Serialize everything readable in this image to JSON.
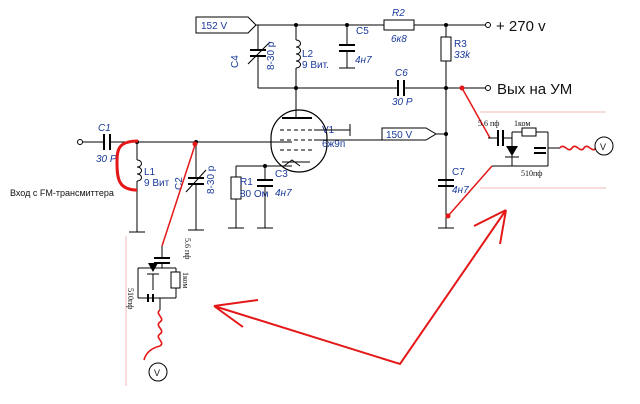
{
  "labels": {
    "v152": "152 V",
    "v270": "+ 270 v",
    "v150": "150 V",
    "out": "Вых на УМ",
    "input": "Вход с FM-трансмиттера",
    "c1": "C1",
    "c1v": "30 P",
    "c2": "C2",
    "c2v": "8-30 р",
    "c3": "C3",
    "c3v": "4н7",
    "c4": "C4",
    "c4v": "8-30 р",
    "c5": "C5",
    "c5v": "4н7",
    "c6": "C6",
    "c6v": "30 P",
    "c7": "C7",
    "c7v": "4н7",
    "l1": "L1",
    "l1v": "9 Вит",
    "l2": "L2",
    "l2v": "9 Вит.",
    "r1": "R1",
    "r1v": "80 Ом",
    "r2": "R2",
    "r2v": "6к8",
    "r3": "R3",
    "r3v": "33k",
    "v1": "V1",
    "v1t": "6ж9п",
    "det1_c": "5.6 пф",
    "det1_r": "1ком",
    "det1_c2": "510пф",
    "det2_c": "5.6 пф",
    "det2_r": "1ком",
    "det2_c2": "510пф",
    "meter": "V"
  },
  "colors": {
    "label": "#1a3a9a",
    "wire": "#000000",
    "annotation": "#e41818"
  },
  "icons": [
    "coil-icon",
    "voltmeter-icon",
    "diode-icon",
    "vacuum-tube-icon"
  ]
}
